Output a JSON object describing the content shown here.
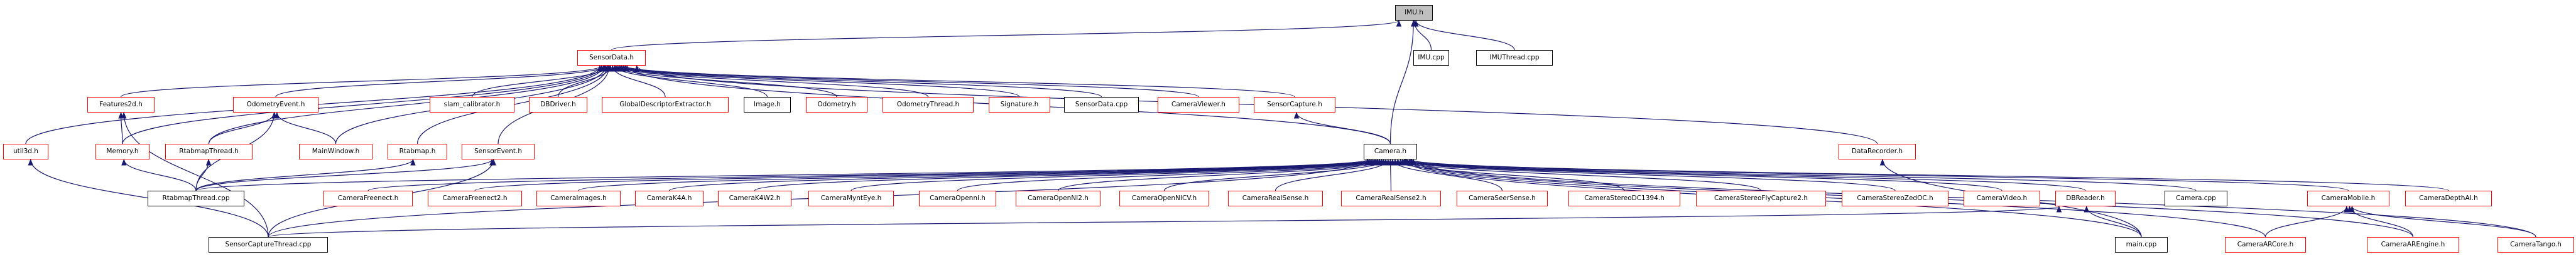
{
  "title": "IMU.h include dependency graph",
  "colors": {
    "edge": "#191970",
    "incomplete_border": "#ff0000",
    "complete_border": "#000000",
    "root_fill": "#bfbfbf"
  },
  "nodes": [
    {
      "id": "imu_h",
      "label": "IMU.h",
      "kind": "root"
    },
    {
      "id": "sensordata_h",
      "label": "SensorData.h",
      "kind": "red"
    },
    {
      "id": "imu_cpp",
      "label": "IMU.cpp",
      "kind": "black"
    },
    {
      "id": "imuthread_cpp",
      "label": "IMUThread.cpp",
      "kind": "black"
    },
    {
      "id": "features2d_h",
      "label": "Features2d.h",
      "kind": "red"
    },
    {
      "id": "odometryevent_h",
      "label": "OdometryEvent.h",
      "kind": "red"
    },
    {
      "id": "slam_calibrator_h",
      "label": "slam_calibrator.h",
      "kind": "red"
    },
    {
      "id": "dbdriver_h",
      "label": "DBDriver.h",
      "kind": "red"
    },
    {
      "id": "globaldescriptorextractor_h",
      "label": "GlobalDescriptorExtractor.h",
      "kind": "red"
    },
    {
      "id": "image_h",
      "label": "Image.h",
      "kind": "black"
    },
    {
      "id": "odometry_h",
      "label": "Odometry.h",
      "kind": "red"
    },
    {
      "id": "odometrythread_h",
      "label": "OdometryThread.h",
      "kind": "red"
    },
    {
      "id": "signature_h",
      "label": "Signature.h",
      "kind": "red"
    },
    {
      "id": "sensordata_cpp",
      "label": "SensorData.cpp",
      "kind": "black"
    },
    {
      "id": "cameraviewer_h",
      "label": "CameraViewer.h",
      "kind": "red"
    },
    {
      "id": "sensorcapture_h",
      "label": "SensorCapture.h",
      "kind": "red"
    },
    {
      "id": "util3d_h",
      "label": "util3d.h",
      "kind": "red"
    },
    {
      "id": "memory_h",
      "label": "Memory.h",
      "kind": "red"
    },
    {
      "id": "rtabmapthread_h",
      "label": "RtabmapThread.h",
      "kind": "red"
    },
    {
      "id": "mainwindow_h",
      "label": "MainWindow.h",
      "kind": "red"
    },
    {
      "id": "rtabmap_h",
      "label": "Rtabmap.h",
      "kind": "red"
    },
    {
      "id": "sensorevent_h",
      "label": "SensorEvent.h",
      "kind": "red"
    },
    {
      "id": "camera_h",
      "label": "Camera.h",
      "kind": "black"
    },
    {
      "id": "datarecorder_h",
      "label": "DataRecorder.h",
      "kind": "red"
    },
    {
      "id": "rtabmapthread_cpp",
      "label": "RtabmapThread.cpp",
      "kind": "black"
    },
    {
      "id": "camerafreenect_h",
      "label": "CameraFreenect.h",
      "kind": "red"
    },
    {
      "id": "camerafreenect2_h",
      "label": "CameraFreenect2.h",
      "kind": "red"
    },
    {
      "id": "cameraimages_h",
      "label": "CameraImages.h",
      "kind": "red"
    },
    {
      "id": "camerak4a_h",
      "label": "CameraK4A.h",
      "kind": "red"
    },
    {
      "id": "camerak4w2_h",
      "label": "CameraK4W2.h",
      "kind": "red"
    },
    {
      "id": "cameramynteye_h",
      "label": "CameraMyntEye.h",
      "kind": "red"
    },
    {
      "id": "cameraopenni_h",
      "label": "CameraOpenni.h",
      "kind": "red"
    },
    {
      "id": "cameraopenni2_h",
      "label": "CameraOpenNI2.h",
      "kind": "red"
    },
    {
      "id": "cameraopennicv_h",
      "label": "CameraOpenNICV.h",
      "kind": "red"
    },
    {
      "id": "camerarealsense_h",
      "label": "CameraRealSense.h",
      "kind": "red"
    },
    {
      "id": "camerarealsense2_h",
      "label": "CameraRealSense2.h",
      "kind": "red"
    },
    {
      "id": "cameraseersense_h",
      "label": "CameraSeerSense.h",
      "kind": "red"
    },
    {
      "id": "camerastereodc1394_h",
      "label": "CameraStereoDC1394.h",
      "kind": "red"
    },
    {
      "id": "camerastereoflycapture2_h",
      "label": "CameraStereoFlyCapture2.h",
      "kind": "red"
    },
    {
      "id": "camerastereozedoc_h",
      "label": "CameraStereoZedOC.h",
      "kind": "red"
    },
    {
      "id": "cameravideo_h",
      "label": "CameraVideo.h",
      "kind": "red"
    },
    {
      "id": "dbreader_h",
      "label": "DBReader.h",
      "kind": "red"
    },
    {
      "id": "camera_cpp",
      "label": "Camera.cpp",
      "kind": "black"
    },
    {
      "id": "cameramobile_h",
      "label": "CameraMobile.h",
      "kind": "red"
    },
    {
      "id": "cameradepthai_h",
      "label": "CameraDepthAI.h",
      "kind": "red"
    },
    {
      "id": "sensorcapturethread_cpp",
      "label": "SensorCaptureThread.cpp",
      "kind": "black"
    },
    {
      "id": "main_cpp",
      "label": "main.cpp",
      "kind": "black"
    },
    {
      "id": "cameraarcore_h",
      "label": "CameraARCore.h",
      "kind": "red"
    },
    {
      "id": "cameraarengine_h",
      "label": "CameraAREngine.h",
      "kind": "red"
    },
    {
      "id": "cameratango_h",
      "label": "CameraTango.h",
      "kind": "red"
    }
  ],
  "edges": [
    [
      "sensordata_h",
      "imu_h"
    ],
    [
      "imu_cpp",
      "imu_h"
    ],
    [
      "imuthread_cpp",
      "imu_h"
    ],
    [
      "camera_h",
      "imu_h"
    ],
    [
      "features2d_h",
      "sensordata_h"
    ],
    [
      "odometryevent_h",
      "sensordata_h"
    ],
    [
      "slam_calibrator_h",
      "sensordata_h"
    ],
    [
      "dbdriver_h",
      "sensordata_h"
    ],
    [
      "globaldescriptorextractor_h",
      "sensordata_h"
    ],
    [
      "image_h",
      "sensordata_h"
    ],
    [
      "odometry_h",
      "sensordata_h"
    ],
    [
      "odometrythread_h",
      "sensordata_h"
    ],
    [
      "signature_h",
      "sensordata_h"
    ],
    [
      "sensordata_cpp",
      "sensordata_h"
    ],
    [
      "cameraviewer_h",
      "sensordata_h"
    ],
    [
      "sensorcapture_h",
      "sensordata_h"
    ],
    [
      "util3d_h",
      "sensordata_h"
    ],
    [
      "memory_h",
      "sensordata_h"
    ],
    [
      "rtabmapthread_h",
      "sensordata_h"
    ],
    [
      "mainwindow_h",
      "sensordata_h"
    ],
    [
      "rtabmap_h",
      "sensordata_h"
    ],
    [
      "sensorevent_h",
      "sensordata_h"
    ],
    [
      "camera_h",
      "sensordata_h"
    ],
    [
      "datarecorder_h",
      "sensordata_h"
    ],
    [
      "memory_h",
      "features2d_h"
    ],
    [
      "sensorcapturethread_cpp",
      "features2d_h"
    ],
    [
      "rtabmapthread_h",
      "odometryevent_h"
    ],
    [
      "mainwindow_h",
      "odometryevent_h"
    ],
    [
      "rtabmapthread_cpp",
      "odometryevent_h"
    ],
    [
      "camera_h",
      "sensorcapture_h"
    ],
    [
      "sensorcapturethread_cpp",
      "util3d_h"
    ],
    [
      "rtabmapthread_cpp",
      "memory_h"
    ],
    [
      "rtabmapthread_cpp",
      "rtabmapthread_h"
    ],
    [
      "rtabmapthread_cpp",
      "rtabmap_h"
    ],
    [
      "rtabmapthread_cpp",
      "sensorevent_h"
    ],
    [
      "sensorcapturethread_cpp",
      "sensorevent_h"
    ],
    [
      "rtabmapthread_cpp",
      "camera_h"
    ],
    [
      "sensorcapturethread_cpp",
      "camera_h"
    ],
    [
      "camerafreenect_h",
      "camera_h"
    ],
    [
      "camerafreenect2_h",
      "camera_h"
    ],
    [
      "cameraimages_h",
      "camera_h"
    ],
    [
      "camerak4a_h",
      "camera_h"
    ],
    [
      "camerak4w2_h",
      "camera_h"
    ],
    [
      "cameramynteye_h",
      "camera_h"
    ],
    [
      "cameraopenni_h",
      "camera_h"
    ],
    [
      "cameraopenni2_h",
      "camera_h"
    ],
    [
      "cameraopennicv_h",
      "camera_h"
    ],
    [
      "camerarealsense_h",
      "camera_h"
    ],
    [
      "camerarealsense2_h",
      "camera_h"
    ],
    [
      "cameraseersense_h",
      "camera_h"
    ],
    [
      "camerastereodc1394_h",
      "camera_h"
    ],
    [
      "camerastereoflycapture2_h",
      "camera_h"
    ],
    [
      "camerastereozedoc_h",
      "camera_h"
    ],
    [
      "cameravideo_h",
      "camera_h"
    ],
    [
      "dbreader_h",
      "camera_h"
    ],
    [
      "camera_cpp",
      "camera_h"
    ],
    [
      "cameramobile_h",
      "camera_h"
    ],
    [
      "cameradepthai_h",
      "camera_h"
    ],
    [
      "main_cpp",
      "camera_h"
    ],
    [
      "cameraarcore_h",
      "camera_h"
    ],
    [
      "cameraarengine_h",
      "camera_h"
    ],
    [
      "cameratango_h",
      "camera_h"
    ],
    [
      "main_cpp",
      "datarecorder_h"
    ],
    [
      "sensorcapturethread_cpp",
      "dbreader_h"
    ],
    [
      "main_cpp",
      "dbreader_h"
    ],
    [
      "cameraarcore_h",
      "cameramobile_h"
    ],
    [
      "cameraarengine_h",
      "cameramobile_h"
    ],
    [
      "cameratango_h",
      "cameramobile_h"
    ]
  ]
}
